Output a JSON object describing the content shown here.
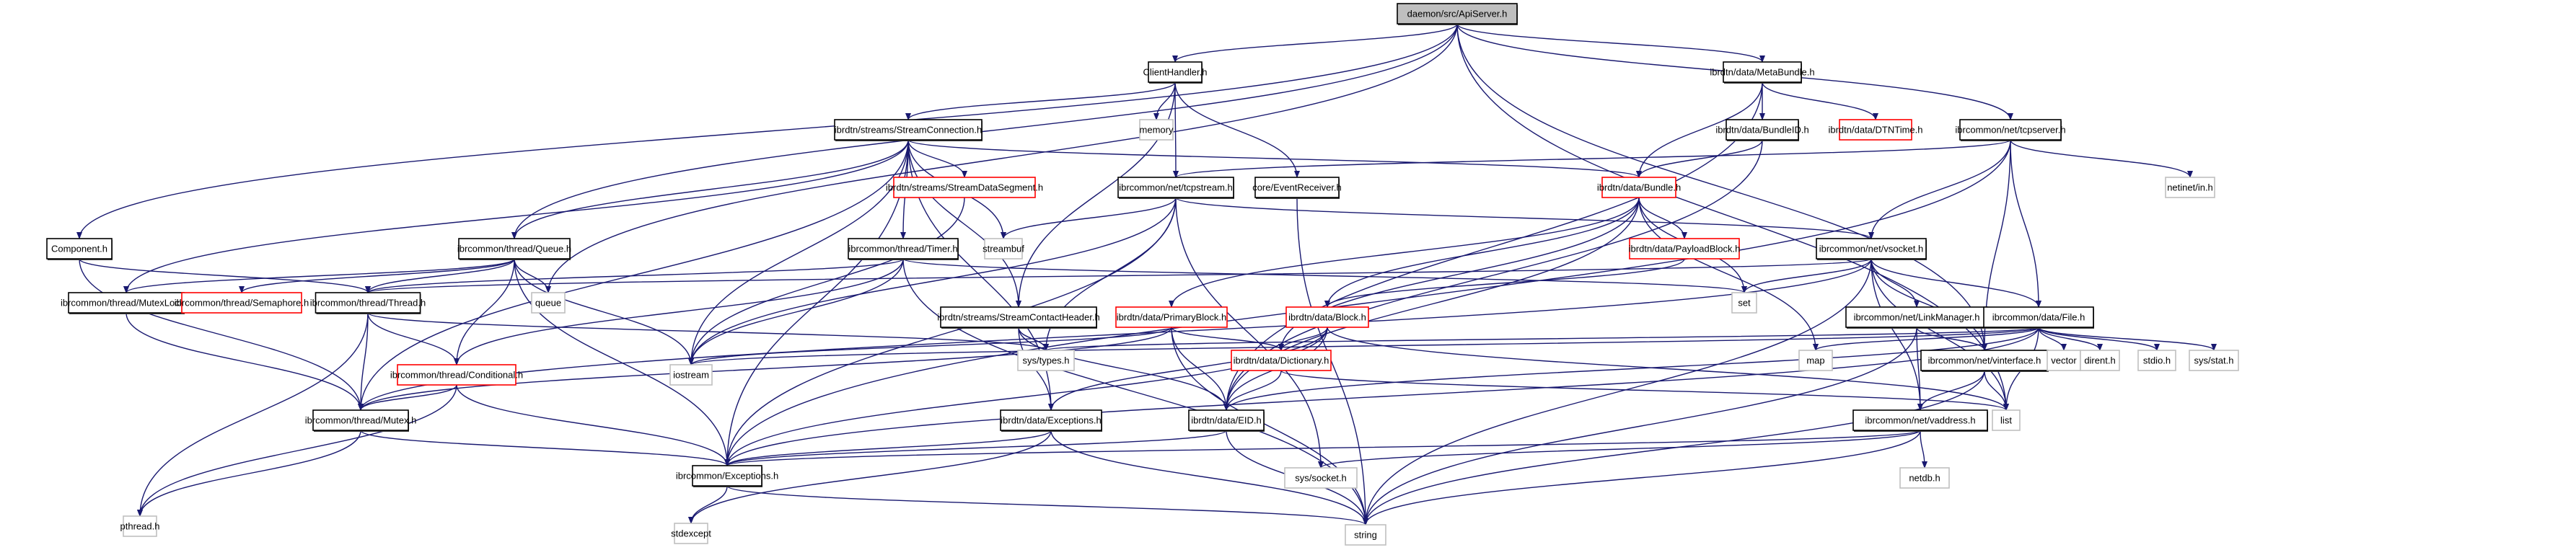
{
  "title": "daemon/src/ApiServer.h",
  "colors": {
    "root_fill": "#bfbfbf",
    "normal_border": "#000000",
    "truncated_border": "#ff0000",
    "external_border": "#bfbfbf",
    "edge": "#191970"
  },
  "nodes": [
    {
      "id": "apiserver",
      "label": "daemon/src/ApiServer.h",
      "kind": "root"
    },
    {
      "id": "clienthandler",
      "label": "ClientHandler.h",
      "kind": "normal"
    },
    {
      "id": "metabundle",
      "label": "ibrdtn/data/MetaBundle.h",
      "kind": "normal"
    },
    {
      "id": "memory",
      "label": "memory",
      "kind": "external"
    },
    {
      "id": "bundleid",
      "label": "ibrdtn/data/BundleID.h",
      "kind": "normal"
    },
    {
      "id": "dtntime",
      "label": "ibrdtn/data/DTNTime.h",
      "kind": "truncated"
    },
    {
      "id": "tcpserver",
      "label": "ibrcommon/net/tcpserver.h",
      "kind": "normal"
    },
    {
      "id": "streamconnection",
      "label": "ibrdtn/streams/StreamConnection.h",
      "kind": "normal"
    },
    {
      "id": "streamdatasegment",
      "label": "ibrdtn/streams/StreamDataSegment.h",
      "kind": "truncated"
    },
    {
      "id": "tcpstream",
      "label": "ibrcommon/net/tcpstream.h",
      "kind": "normal"
    },
    {
      "id": "eventreceiver",
      "label": "core/EventReceiver.h",
      "kind": "normal"
    },
    {
      "id": "bundle",
      "label": "ibrdtn/data/Bundle.h",
      "kind": "truncated"
    },
    {
      "id": "netinet",
      "label": "netinet/in.h",
      "kind": "external"
    },
    {
      "id": "component",
      "label": "Component.h",
      "kind": "normal"
    },
    {
      "id": "queue_h",
      "label": "ibrcommon/thread/Queue.h",
      "kind": "normal"
    },
    {
      "id": "timer",
      "label": "ibrcommon/thread/Timer.h",
      "kind": "normal"
    },
    {
      "id": "streambuf",
      "label": "streambuf",
      "kind": "external"
    },
    {
      "id": "payloadblock",
      "label": "ibrdtn/data/PayloadBlock.h",
      "kind": "truncated"
    },
    {
      "id": "vsocket",
      "label": "ibrcommon/net/vsocket.h",
      "kind": "normal"
    },
    {
      "id": "mutexlock",
      "label": "ibrcommon/thread/MutexLock.h",
      "kind": "normal"
    },
    {
      "id": "semaphore",
      "label": "ibrcommon/thread/Semaphore.h",
      "kind": "truncated"
    },
    {
      "id": "thread",
      "label": "ibrcommon/thread/Thread.h",
      "kind": "normal"
    },
    {
      "id": "queue",
      "label": "queue",
      "kind": "external"
    },
    {
      "id": "streamcontactheader",
      "label": "ibrdtn/streams/StreamContactHeader.h",
      "kind": "normal"
    },
    {
      "id": "primaryblock",
      "label": "ibrdtn/data/PrimaryBlock.h",
      "kind": "truncated"
    },
    {
      "id": "block",
      "label": "ibrdtn/data/Block.h",
      "kind": "truncated"
    },
    {
      "id": "set",
      "label": "set",
      "kind": "external"
    },
    {
      "id": "linkmanager",
      "label": "ibrcommon/net/LinkManager.h",
      "kind": "normal"
    },
    {
      "id": "file",
      "label": "ibrcommon/data/File.h",
      "kind": "normal"
    },
    {
      "id": "conditional",
      "label": "ibrcommon/thread/Conditional.h",
      "kind": "truncated"
    },
    {
      "id": "iostream",
      "label": "iostream",
      "kind": "external"
    },
    {
      "id": "systypes",
      "label": "sys/types.h",
      "kind": "external"
    },
    {
      "id": "dictionary",
      "label": "ibrdtn/data/Dictionary.h",
      "kind": "truncated"
    },
    {
      "id": "map",
      "label": "map",
      "kind": "external"
    },
    {
      "id": "vinterface",
      "label": "ibrcommon/net/vinterface.h",
      "kind": "normal"
    },
    {
      "id": "vector",
      "label": "vector",
      "kind": "external"
    },
    {
      "id": "dirent",
      "label": "dirent.h",
      "kind": "external"
    },
    {
      "id": "stdio",
      "label": "stdio.h",
      "kind": "external"
    },
    {
      "id": "sysstat",
      "label": "sys/stat.h",
      "kind": "external"
    },
    {
      "id": "mutex",
      "label": "ibrcommon/thread/Mutex.h",
      "kind": "normal"
    },
    {
      "id": "dataexceptions",
      "label": "ibrdtn/data/Exceptions.h",
      "kind": "normal"
    },
    {
      "id": "eid",
      "label": "ibrdtn/data/EID.h",
      "kind": "normal"
    },
    {
      "id": "vaddress",
      "label": "ibrcommon/net/vaddress.h",
      "kind": "normal"
    },
    {
      "id": "list",
      "label": "list",
      "kind": "external"
    },
    {
      "id": "pthread",
      "label": "pthread.h",
      "kind": "external"
    },
    {
      "id": "commonexceptions",
      "label": "ibrcommon/Exceptions.h",
      "kind": "normal"
    },
    {
      "id": "syssocket",
      "label": "sys/socket.h",
      "kind": "external"
    },
    {
      "id": "netdb",
      "label": "netdb.h",
      "kind": "external"
    },
    {
      "id": "stdexcept",
      "label": "stdexcept",
      "kind": "external"
    },
    {
      "id": "string",
      "label": "string",
      "kind": "external"
    }
  ],
  "edges": [
    [
      "apiserver",
      "clienthandler"
    ],
    [
      "apiserver",
      "metabundle"
    ],
    [
      "apiserver",
      "tcpserver"
    ],
    [
      "apiserver",
      "component"
    ],
    [
      "apiserver",
      "queue_h"
    ],
    [
      "apiserver",
      "queue"
    ],
    [
      "apiserver",
      "vinterface"
    ],
    [
      "apiserver",
      "list"
    ],
    [
      "clienthandler",
      "memory"
    ],
    [
      "clienthandler",
      "streamconnection"
    ],
    [
      "clienthandler",
      "tcpstream"
    ],
    [
      "clienthandler",
      "eventreceiver"
    ],
    [
      "clienthandler",
      "streamcontactheader"
    ],
    [
      "metabundle",
      "bundleid"
    ],
    [
      "metabundle",
      "dtntime"
    ],
    [
      "metabundle",
      "bundle"
    ],
    [
      "metabundle",
      "eid"
    ],
    [
      "bundleid",
      "bundle"
    ],
    [
      "bundleid",
      "eid"
    ],
    [
      "tcpserver",
      "tcpstream"
    ],
    [
      "tcpserver",
      "netinet"
    ],
    [
      "tcpserver",
      "vsocket"
    ],
    [
      "tcpserver",
      "file"
    ],
    [
      "tcpserver",
      "vinterface"
    ],
    [
      "tcpserver",
      "commonexceptions"
    ],
    [
      "streamconnection",
      "streamdatasegment"
    ],
    [
      "streamconnection",
      "bundle"
    ],
    [
      "streamconnection",
      "queue_h"
    ],
    [
      "streamconnection",
      "timer"
    ],
    [
      "streamconnection",
      "streambuf"
    ],
    [
      "streamconnection",
      "streamcontactheader"
    ],
    [
      "streamconnection",
      "mutexlock"
    ],
    [
      "streamconnection",
      "mutex"
    ],
    [
      "streamconnection",
      "iostream"
    ],
    [
      "streamconnection",
      "dataexceptions"
    ],
    [
      "streamconnection",
      "commonexceptions"
    ],
    [
      "streamdatasegment",
      "iostream"
    ],
    [
      "tcpstream",
      "streambuf"
    ],
    [
      "tcpstream",
      "vsocket"
    ],
    [
      "tcpstream",
      "iostream"
    ],
    [
      "tcpstream",
      "systypes"
    ],
    [
      "tcpstream",
      "syssocket"
    ],
    [
      "tcpstream",
      "commonexceptions"
    ],
    [
      "eventreceiver",
      "string"
    ],
    [
      "bundle",
      "payloadblock"
    ],
    [
      "bundle",
      "primaryblock"
    ],
    [
      "bundle",
      "block"
    ],
    [
      "bundle",
      "set"
    ],
    [
      "bundle",
      "map"
    ],
    [
      "bundle",
      "eid"
    ],
    [
      "bundle",
      "dictionary"
    ],
    [
      "component",
      "thread"
    ],
    [
      "component",
      "mutex"
    ],
    [
      "queue_h",
      "mutexlock"
    ],
    [
      "queue_h",
      "semaphore"
    ],
    [
      "queue_h",
      "thread"
    ],
    [
      "queue_h",
      "queue"
    ],
    [
      "queue_h",
      "conditional"
    ],
    [
      "queue_h",
      "iostream"
    ],
    [
      "queue_h",
      "commonexceptions"
    ],
    [
      "timer",
      "thread"
    ],
    [
      "timer",
      "conditional"
    ],
    [
      "timer",
      "iostream"
    ],
    [
      "timer",
      "set"
    ],
    [
      "timer",
      "string"
    ],
    [
      "payloadblock",
      "block"
    ],
    [
      "vsocket",
      "linkmanager"
    ],
    [
      "vsocket",
      "file"
    ],
    [
      "vsocket",
      "set"
    ],
    [
      "vsocket",
      "thread"
    ],
    [
      "vsocket",
      "mutex"
    ],
    [
      "vsocket",
      "vinterface"
    ],
    [
      "vsocket",
      "vaddress"
    ],
    [
      "vsocket",
      "list"
    ],
    [
      "vsocket",
      "string"
    ],
    [
      "mutexlock",
      "mutex"
    ],
    [
      "thread",
      "conditional"
    ],
    [
      "thread",
      "mutex"
    ],
    [
      "thread",
      "pthread"
    ],
    [
      "thread",
      "systypes"
    ],
    [
      "streamcontactheader",
      "systypes"
    ],
    [
      "streamcontactheader",
      "dataexceptions"
    ],
    [
      "streamcontactheader",
      "eid"
    ],
    [
      "primaryblock",
      "dictionary"
    ],
    [
      "primaryblock",
      "eid"
    ],
    [
      "primaryblock",
      "iostream"
    ],
    [
      "primaryblock",
      "string"
    ],
    [
      "primaryblock",
      "mutex"
    ],
    [
      "block",
      "dictionary"
    ],
    [
      "block",
      "eid"
    ],
    [
      "block",
      "list"
    ],
    [
      "block",
      "dataexceptions"
    ],
    [
      "block",
      "commonexceptions"
    ],
    [
      "linkmanager",
      "vinterface"
    ],
    [
      "linkmanager",
      "vaddress"
    ],
    [
      "linkmanager",
      "string"
    ],
    [
      "file",
      "vector"
    ],
    [
      "file",
      "dirent"
    ],
    [
      "file",
      "stdio"
    ],
    [
      "file",
      "sysstat"
    ],
    [
      "file",
      "map"
    ],
    [
      "file",
      "iostream"
    ],
    [
      "file",
      "systypes"
    ],
    [
      "file",
      "list"
    ],
    [
      "file",
      "eid"
    ],
    [
      "file",
      "commonexceptions"
    ],
    [
      "conditional",
      "mutex"
    ],
    [
      "conditional",
      "pthread"
    ],
    [
      "conditional",
      "commonexceptions"
    ],
    [
      "dictionary",
      "eid"
    ],
    [
      "dictionary",
      "list"
    ],
    [
      "vinterface",
      "vaddress"
    ],
    [
      "vinterface",
      "list"
    ],
    [
      "vinterface",
      "string"
    ],
    [
      "mutex",
      "commonexceptions"
    ],
    [
      "mutex",
      "pthread"
    ],
    [
      "dataexceptions",
      "commonexceptions"
    ],
    [
      "dataexceptions",
      "string"
    ],
    [
      "dataexceptions",
      "stdexcept"
    ],
    [
      "eid",
      "commonexceptions"
    ],
    [
      "eid",
      "string"
    ],
    [
      "vaddress",
      "netdb"
    ],
    [
      "vaddress",
      "syssocket"
    ],
    [
      "vaddress",
      "commonexceptions"
    ],
    [
      "vaddress",
      "string"
    ],
    [
      "commonexceptions",
      "stdexcept"
    ],
    [
      "commonexceptions",
      "string"
    ]
  ]
}
